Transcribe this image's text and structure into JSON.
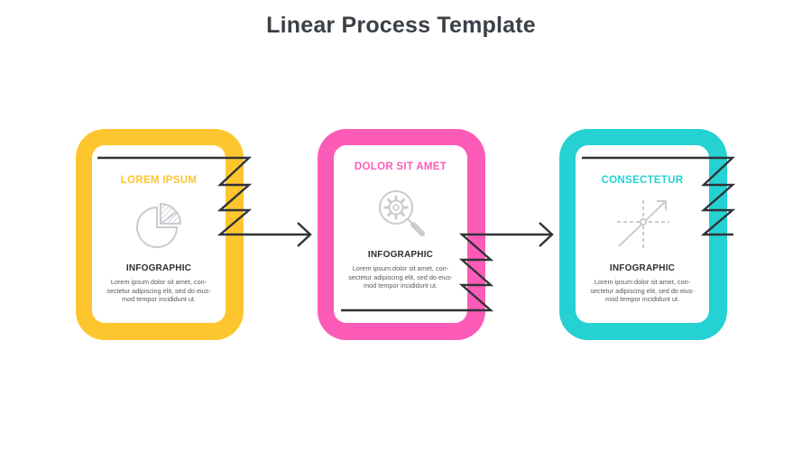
{
  "title": "Linear Process Template",
  "colors": {
    "yellow": "#fec62e",
    "pink": "#fc5cb7",
    "teal": "#25d1d2",
    "line": "#2f3337",
    "icon": "#c9ccd0"
  },
  "steps": [
    {
      "heading": "LOREM IPSUM",
      "icon": "pie-chart-icon",
      "label": "INFOGRAPHIC",
      "desc": [
        "Lorem ipsum dolor sit amet, con-",
        "sectetur adipiscing elit, sed do eius-",
        "mod tempor incididunt ut."
      ]
    },
    {
      "heading": "DOLOR SIT AMET",
      "icon": "gear-magnifier-icon",
      "label": "INFOGRAPHIC",
      "desc": [
        "Lorem ipsum dolor sit amet, con-",
        "sectetur adipiscing elit, sed do eius-",
        "mod tempor incididunt ut."
      ]
    },
    {
      "heading": "CONSECTETUR",
      "icon": "growth-chart-icon",
      "label": "INFOGRAPHIC",
      "desc": [
        "Lorem ipsum dolor sit amet, con-",
        "sectetur adipiscing elit, sed do eius-",
        "mod tempor incididunt ut."
      ]
    }
  ]
}
